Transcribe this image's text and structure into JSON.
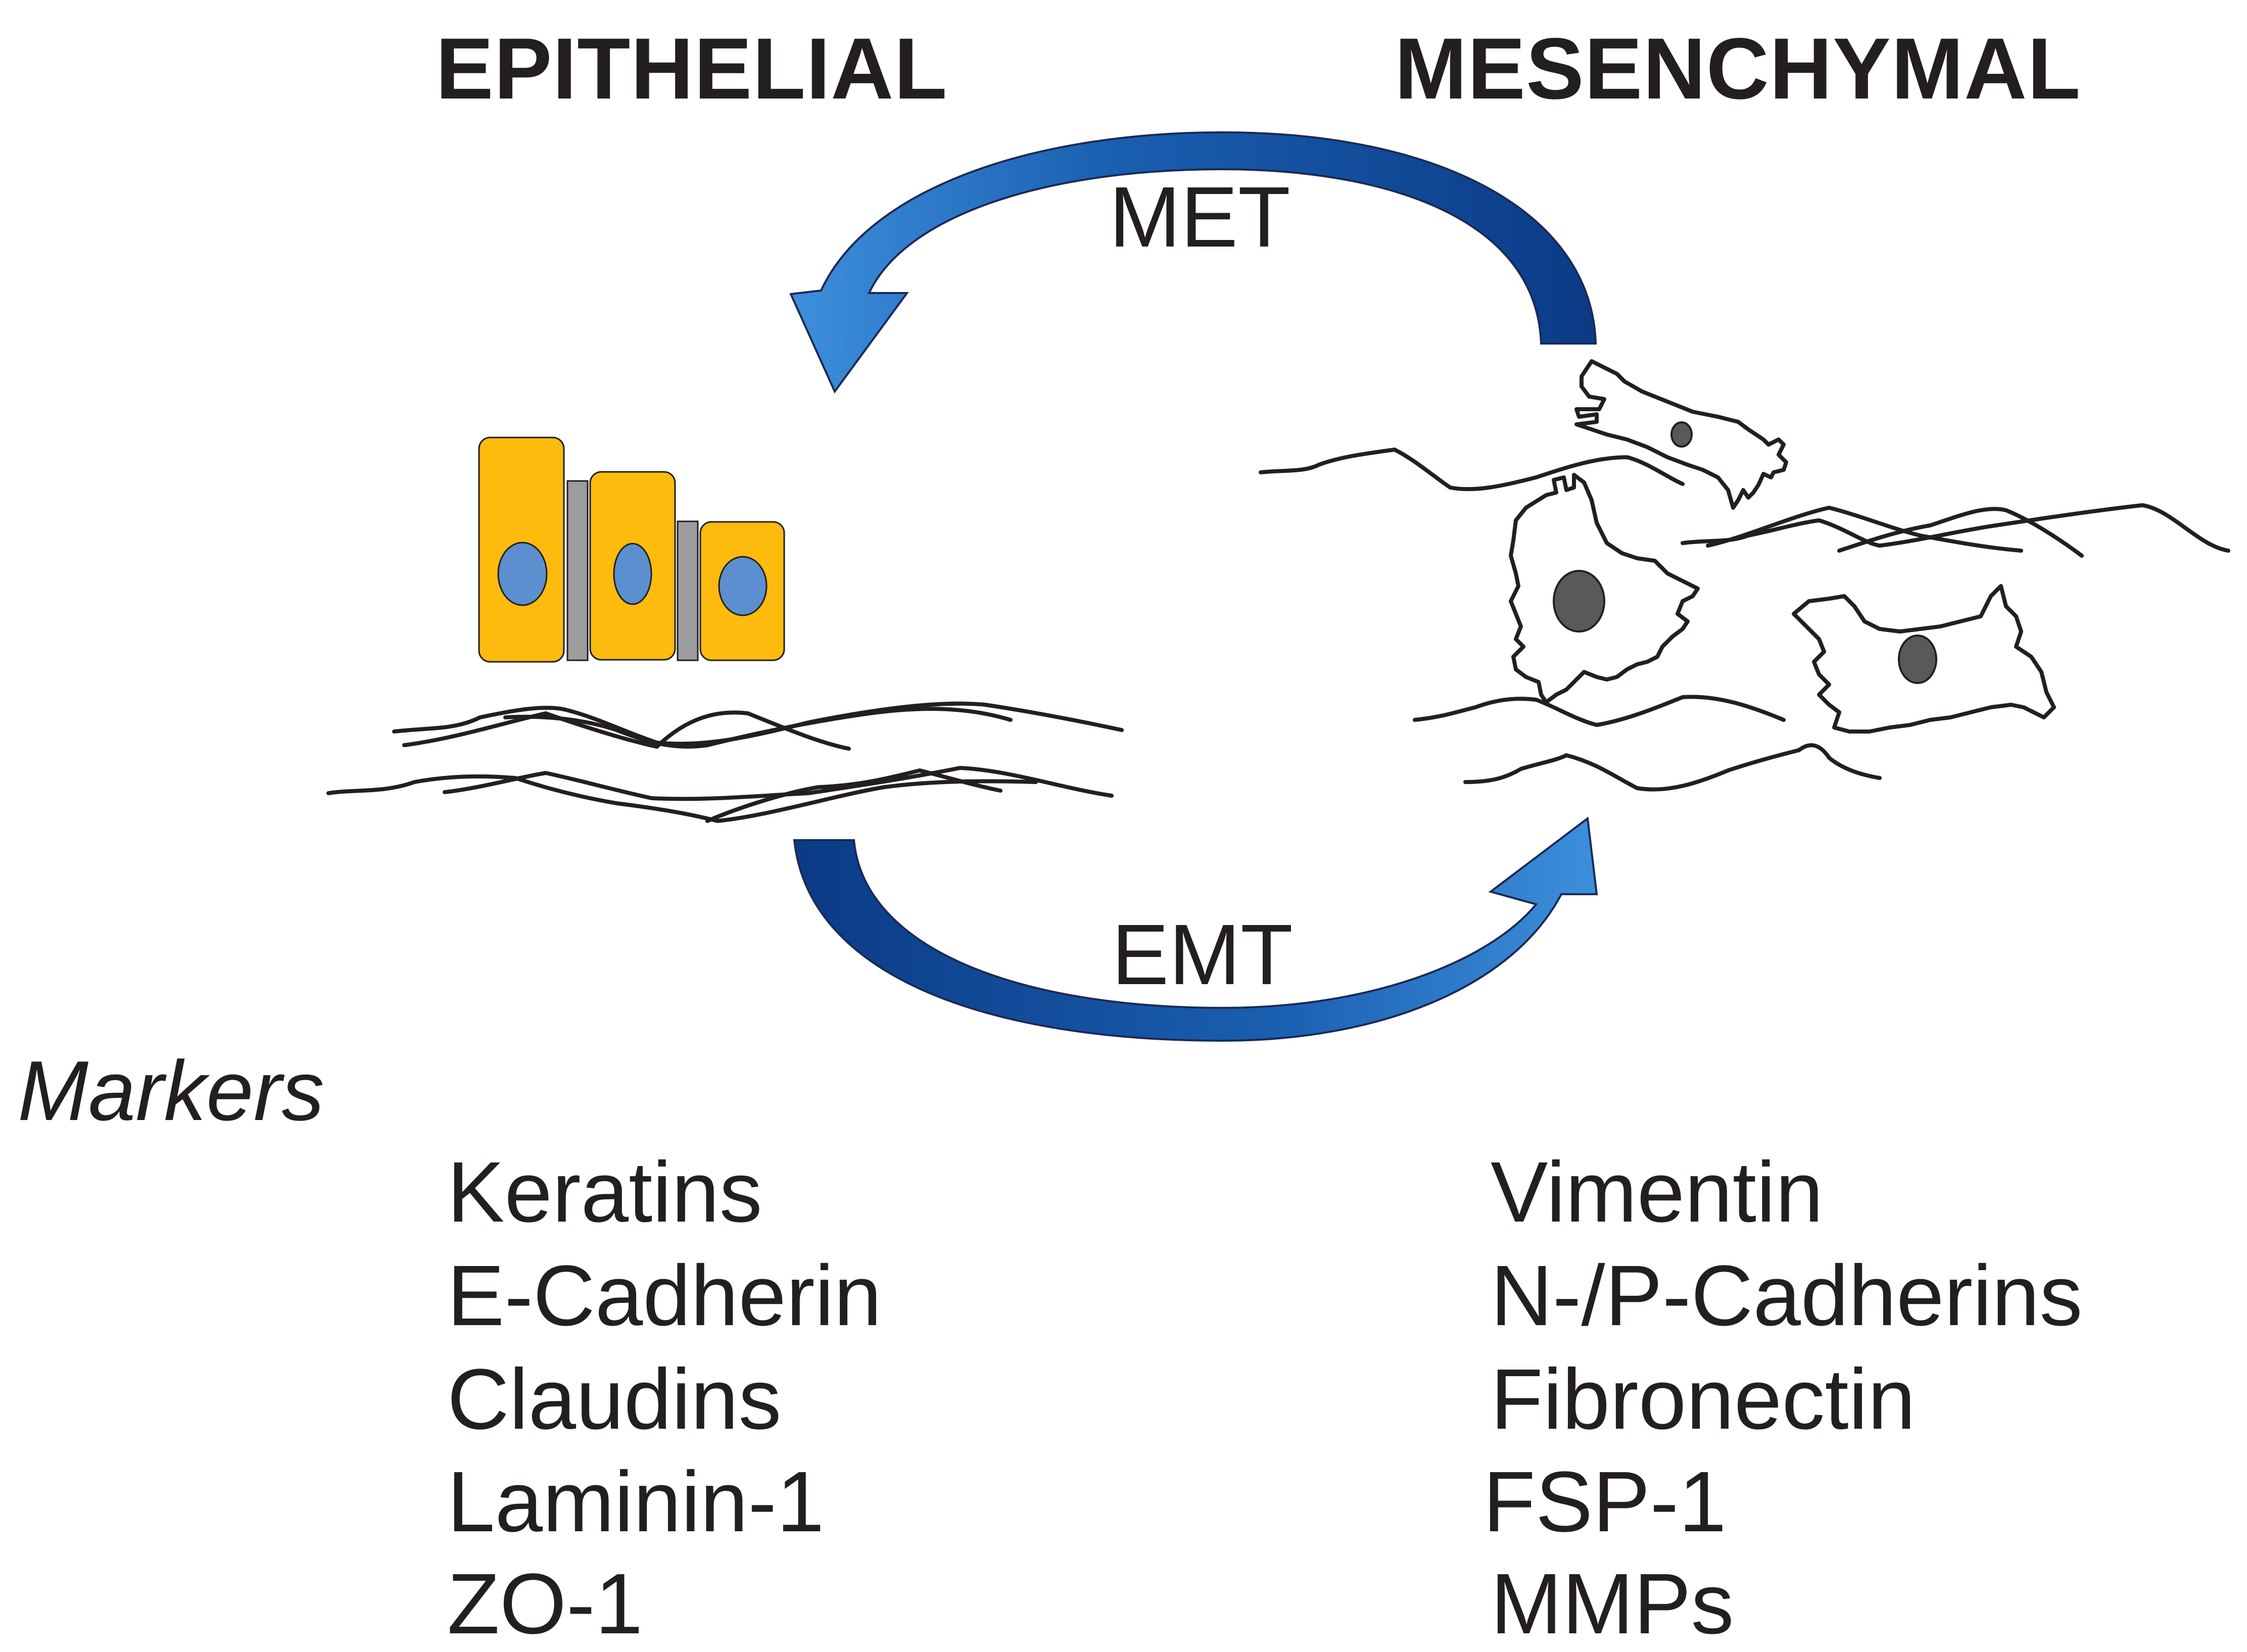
{
  "headings": {
    "epithelial": "EPITHELIAL",
    "mesenchymal": "MESENCHYMAL"
  },
  "transitions": {
    "met": "MET",
    "emt": "EMT"
  },
  "markers": {
    "title": "Markers",
    "epithelial": [
      "Keratins",
      "E-Cadherin",
      "Claudins",
      "Laminin-1",
      "ZO-1"
    ],
    "mesenchymal": [
      "Vimentin",
      "N-/P-Cadherins",
      "Fibronectin",
      "FSP-1",
      "MMPs"
    ]
  },
  "colors": {
    "arrow_dark": "#0d3e8a",
    "arrow_light": "#2f86d3",
    "epithelial_cell": "#fdbb0e",
    "nucleus_epithelial": "#5b8fd0",
    "junction": "#9d9d9d",
    "nucleus_mesenchymal": "#58595b",
    "line": "#231f20"
  }
}
